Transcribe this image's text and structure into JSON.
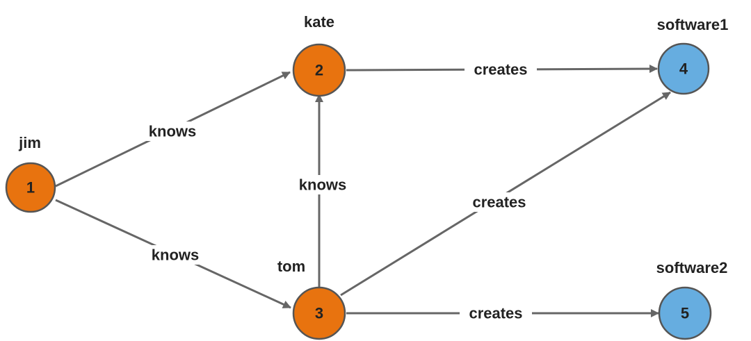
{
  "colors": {
    "person_node": "#E8730F",
    "software_node": "#66ADE0",
    "edge": "#666666",
    "text": "#222222"
  },
  "nodes": [
    {
      "id": "1",
      "name": "jim",
      "kind": "person"
    },
    {
      "id": "2",
      "name": "kate",
      "kind": "person"
    },
    {
      "id": "3",
      "name": "tom",
      "kind": "person"
    },
    {
      "id": "4",
      "name": "software1",
      "kind": "software"
    },
    {
      "id": "5",
      "name": "software2",
      "kind": "software"
    }
  ],
  "edges": [
    {
      "from": "1",
      "to": "2",
      "label": "knows"
    },
    {
      "from": "1",
      "to": "3",
      "label": "knows"
    },
    {
      "from": "3",
      "to": "2",
      "label": "knows"
    },
    {
      "from": "2",
      "to": "4",
      "label": "creates"
    },
    {
      "from": "3",
      "to": "4",
      "label": "creates"
    },
    {
      "from": "3",
      "to": "5",
      "label": "creates"
    }
  ]
}
